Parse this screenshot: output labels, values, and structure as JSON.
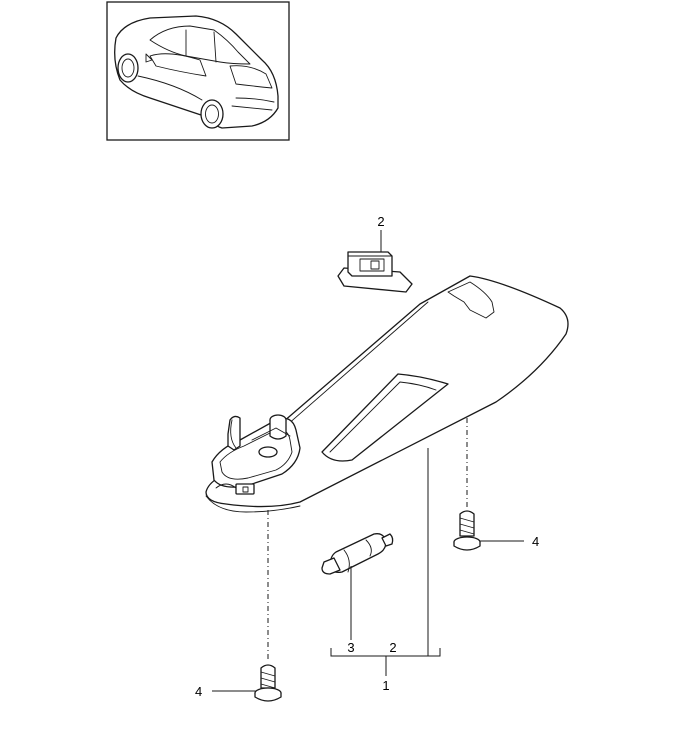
{
  "callouts": {
    "top_clip": "2",
    "screw_right": "4",
    "screw_left": "4",
    "pin": "3",
    "group_mid": "2",
    "assembly": "1"
  }
}
